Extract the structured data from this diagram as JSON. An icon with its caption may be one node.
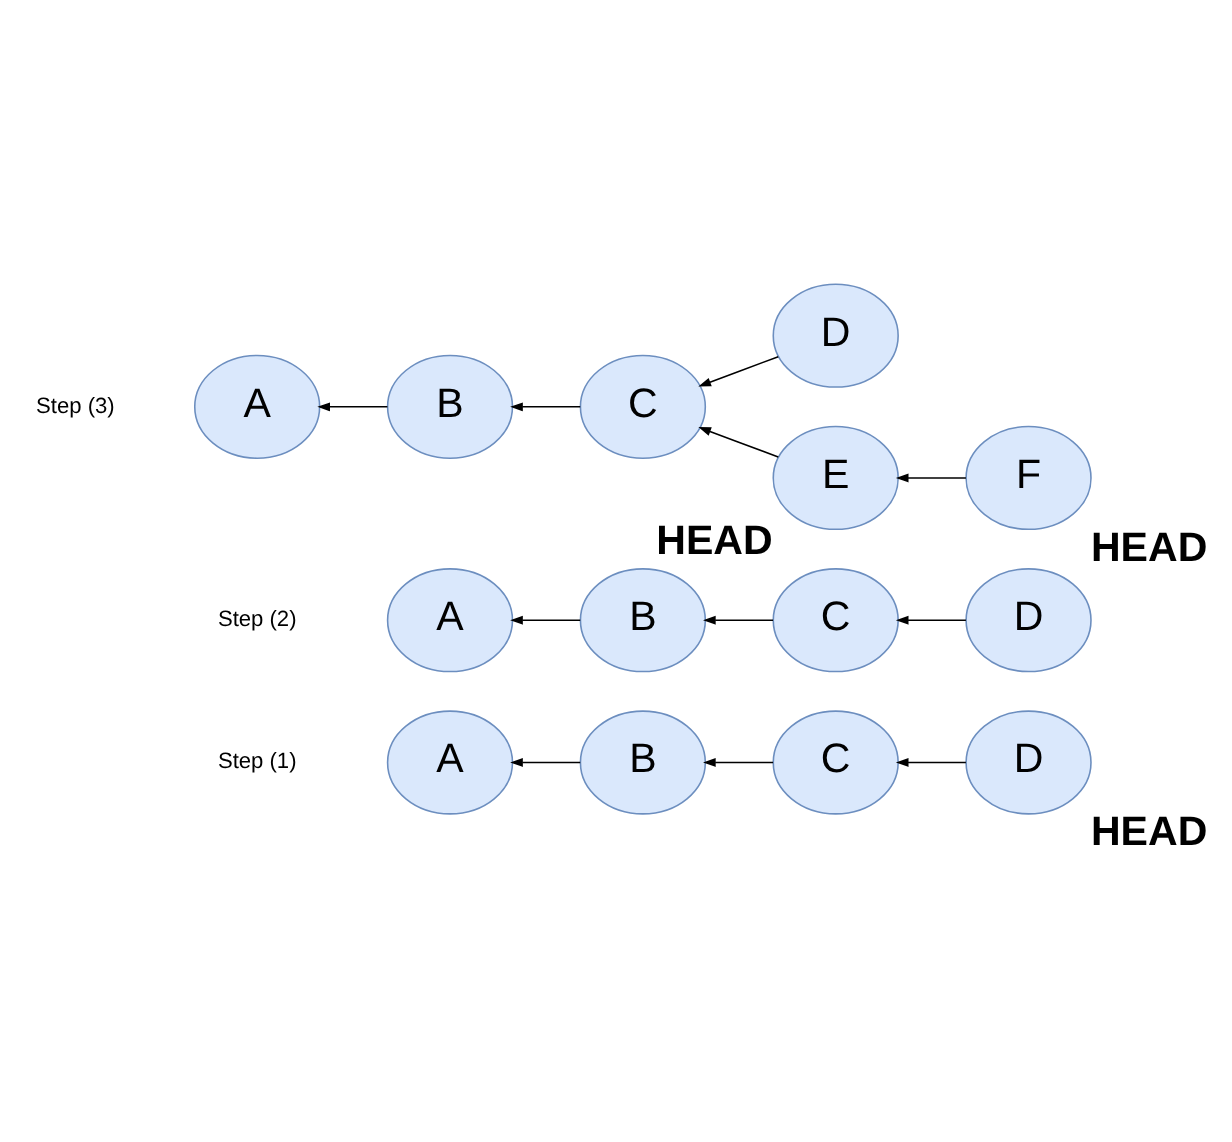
{
  "diagram": {
    "nodes": [
      {
        "text": [
          "A"
        ]
      },
      {
        "text": [
          "B"
        ]
      },
      {
        "text": [
          "C"
        ]
      },
      {
        "text": [
          "D"
        ],
        "beside": [
          "HEAD"
        ]
      },
      {
        "text": [
          "A"
        ]
      },
      {
        "text": [
          "B"
        ]
      },
      {
        "text": [
          "C"
        ],
        "beside": [
          "HEAD"
        ]
      },
      {
        "text": [
          "D"
        ]
      },
      {
        "text": [
          "A"
        ]
      },
      {
        "text": [
          "B"
        ]
      },
      {
        "text": [
          "C"
        ]
      },
      {
        "text": [
          "D"
        ]
      },
      {
        "text": [
          "E"
        ]
      },
      {
        "text": [
          "F"
        ],
        "beside": [
          "HEAD"
        ]
      }
    ],
    "edges": [
      {
        "from": 1,
        "to": 0,
        "arrow": "to"
      },
      {
        "from": 2,
        "to": 1,
        "arrow": "to"
      },
      {
        "from": 3,
        "to": 2,
        "arrow": "to"
      },
      {
        "from": 5,
        "to": 4,
        "arrow": "to"
      },
      {
        "from": 6,
        "to": 5,
        "arrow": "to"
      },
      {
        "from": 7,
        "to": 6,
        "arrow": "to"
      },
      {
        "from": 9,
        "to": 8,
        "arrow": "to"
      },
      {
        "from": 10,
        "to": 9,
        "arrow": "to"
      },
      {
        "from": 11,
        "to": 10,
        "arrow": "to"
      },
      {
        "from": 12,
        "to": 10,
        "arrow": "to"
      },
      {
        "from": 13,
        "to": 12,
        "arrow": "to"
      }
    ],
    "labels": [
      "Step (1)",
      "Step (2)",
      "Step (3)"
    ]
  }
}
